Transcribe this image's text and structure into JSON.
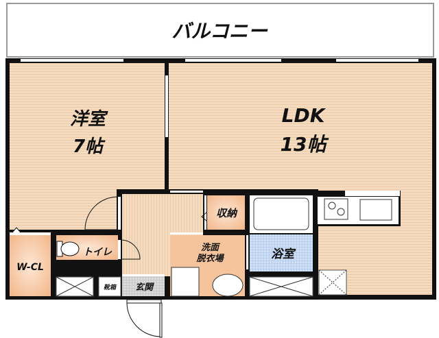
{
  "floor_plan": {
    "balcony": "バルコニー",
    "western_room": {
      "name": "洋室",
      "size": "7帖"
    },
    "ldk": {
      "name": "LDK",
      "size": "13帖"
    },
    "storage": "収納",
    "bathroom": "浴室",
    "washroom": "洗面\n脱衣場",
    "washroom_line1": "洗面",
    "washroom_line2": "脱衣場",
    "toilet": "トイレ",
    "walk_in_closet": "W-CL",
    "shoe_box": "靴箱",
    "entrance": "玄関"
  },
  "colors": {
    "wall": "#111111",
    "floor_wood": "#f5dcc0",
    "room_orange": "#f6c49c",
    "bath_blue": "#cfe0f8",
    "entrance_gray": "#d8d8d8"
  }
}
